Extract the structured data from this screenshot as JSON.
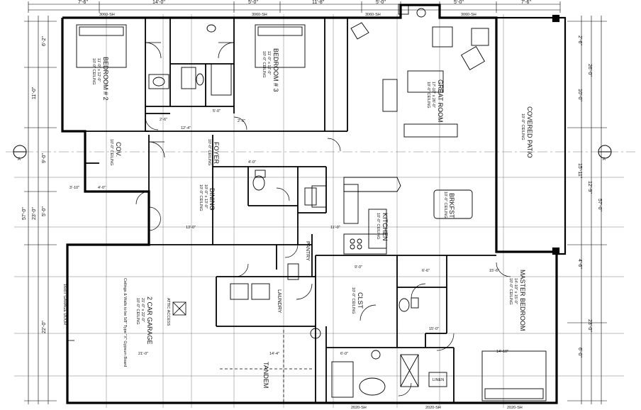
{
  "dims_top": [
    "7'-6\"",
    "14'-0\"",
    "5'-0\"",
    "11'-8\"",
    "5'-0\"",
    "5'-0\"",
    "7'-6\""
  ],
  "windows_top": [
    "3060-SH",
    "3060-SH",
    "3060-SH",
    "3060-SH"
  ],
  "dims_left": [
    "6'-2\"",
    "11'-0\"",
    "9'-0\"",
    "5'-0\"",
    "23'-0\"",
    "57'-0\"",
    "22'-0\""
  ],
  "dims_right": [
    "2'-6\"",
    "10'-0\"",
    "26'-0\"",
    "15'-11\"",
    "12'-9\"",
    "57'-0\"",
    "4'-6\"",
    "6'-0\"",
    "23'-0\""
  ],
  "dims_interior": [
    "2'-6\"",
    "4'-0\"",
    "3'-10\"",
    "5'-0\"",
    "12'-4\"",
    "11'-0\"",
    "14'-4\"",
    "21'-0\"",
    "13'-0\"",
    "14'-10\"",
    "15'-6\"",
    "6'-6\"",
    "9'-0\"",
    "6'-0\"",
    "4'-0\"",
    "15'-0\"",
    "2'-6\""
  ],
  "rooms": {
    "bedroom2": {
      "name": "BEDROOM # 2",
      "size": "11'-0\" x 12'-0\"",
      "ceiling": "10'-0\" CEILING"
    },
    "bedroom3": {
      "name": "BEDROOM # 3",
      "size": "11'-0\" x 12'-0\"",
      "ceiling": "10'-0\" CEILING"
    },
    "great_room": {
      "name": "GREAT ROOM",
      "size": "17'-10\" x 26'-0\"",
      "ceiling": "10'-0\" CEILING"
    },
    "covered_patio": {
      "name": "COVERED PATIO",
      "ceiling": "10'-0\" CEILING"
    },
    "foyer": {
      "name": "FOYER",
      "ceiling": "10'-0\" CEILING"
    },
    "cov": {
      "name": "COV.",
      "ceiling": "10'-0\" CEILING"
    },
    "dining": {
      "name": "DINING",
      "size": "10'-0\" x 13'-0\"",
      "ceiling": "10'-0\" CEILING"
    },
    "kitchen": {
      "name": "KITCHEN",
      "ceiling": "10'-0\" CEILING"
    },
    "breakfast": {
      "name": "BRKFST",
      "ceiling": "10'-0\" CEILING"
    },
    "pantry": {
      "name": "PANTRY"
    },
    "laundry": {
      "name": "LAUNDRY"
    },
    "closet": {
      "name": "CLST",
      "ceiling": "10'-0\" CEILING"
    },
    "master": {
      "name": "MASTER BEDROOM",
      "size": "14'-10\" x 15'-0\"",
      "ceiling": "10'-0\" CEILING"
    },
    "garage": {
      "name": "2 CAR GARAGE",
      "size": "21'-0\" x 22'-0\"",
      "ceiling": "10'-0\" CEILING"
    },
    "tandem": {
      "name": "TANDEM"
    }
  },
  "labels": {
    "linen": "LINEN",
    "attic_access": "ATTIC ACCESS",
    "garage_door": "16x07 GARAGE DOOR",
    "garage_note": "Ceilings & Walls to be 5/8\" Type \"X\" Gypsum Board",
    "section_left": "A",
    "section_right": "A"
  },
  "windows_bottom": [
    "2020-SH",
    "2020-SH",
    "2020-SH"
  ]
}
